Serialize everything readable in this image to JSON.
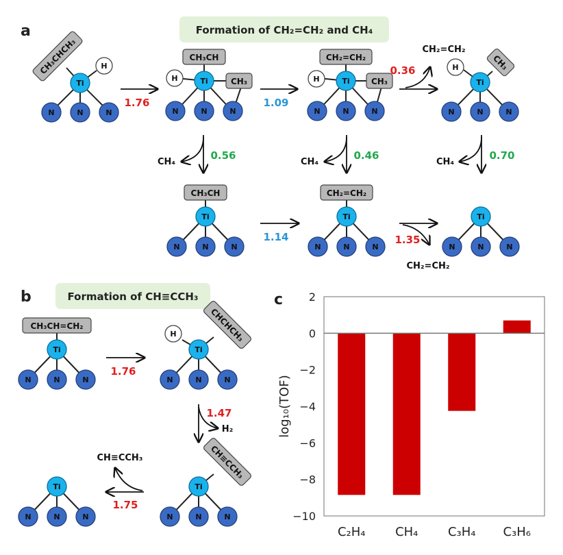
{
  "colors": {
    "ti": "#1ab2ec",
    "n": "#3a6bc4",
    "h": "#ffffff",
    "group": "#b8b8b8",
    "title_bg": "#e3f1da",
    "barrier_red": "#e0201f",
    "barrier_blue": "#2a95d6",
    "barrier_green": "#22a84e",
    "bar": "#cc0000"
  },
  "atoms": {
    "ti": "Ti",
    "n": "N",
    "h": "H"
  },
  "panel_a": {
    "label": "a",
    "title": "Formation of CH₂=CH₂ and CH₄",
    "groups": {
      "s1": "CH₃CHCH₃",
      "s2_top": "CH₃CH",
      "s2_side": "CH₃",
      "s3_top": "CH₂=CH₂",
      "s3_side": "CH₃",
      "s4_side": "CH₃",
      "s5_top": "CH₃CH",
      "s6_top": "CH₂=CH₂"
    },
    "products": {
      "p1": "CH₂=CH₂",
      "p2": "CH₄",
      "p3": "CH₄",
      "p4": "CH₄",
      "p5": "CH₂=CH₂"
    },
    "barriers": {
      "b1": "1.76",
      "b2": "1.09",
      "b3": "0.36",
      "b4": "0.56",
      "b5": "0.46",
      "b6": "0.70",
      "b7": "1.14",
      "b8": "1.35"
    }
  },
  "panel_b": {
    "label": "b",
    "title": "Formation of CH≡CCH₃",
    "groups": {
      "s1_top": "CH₃CH=CH₂",
      "s2_side": "CHCHCH₃",
      "s3_side": "CH≡CCH₃"
    },
    "products": {
      "p1": "H₂",
      "p2": "CH≡CCH₃"
    },
    "barriers": {
      "b1": "1.76",
      "b2": "1.47",
      "b3": "1.75"
    }
  },
  "panel_c": {
    "label": "c"
  },
  "chart_data": {
    "type": "bar",
    "title": "",
    "xlabel": "",
    "ylabel": "log₁₀(TOF)",
    "categories": [
      "C₂H₄",
      "CH₄",
      "C₃H₄",
      "C₃H₆"
    ],
    "values": [
      -8.85,
      -8.85,
      -4.25,
      0.7
    ],
    "ylim": [
      -10,
      2
    ],
    "yticks": [
      2,
      0,
      -2,
      -4,
      -6,
      -8,
      -10
    ],
    "ytick_labels": [
      "2",
      "0",
      "−2",
      "−4",
      "−6",
      "−8",
      "−10"
    ],
    "grid": false,
    "legend": "none"
  }
}
